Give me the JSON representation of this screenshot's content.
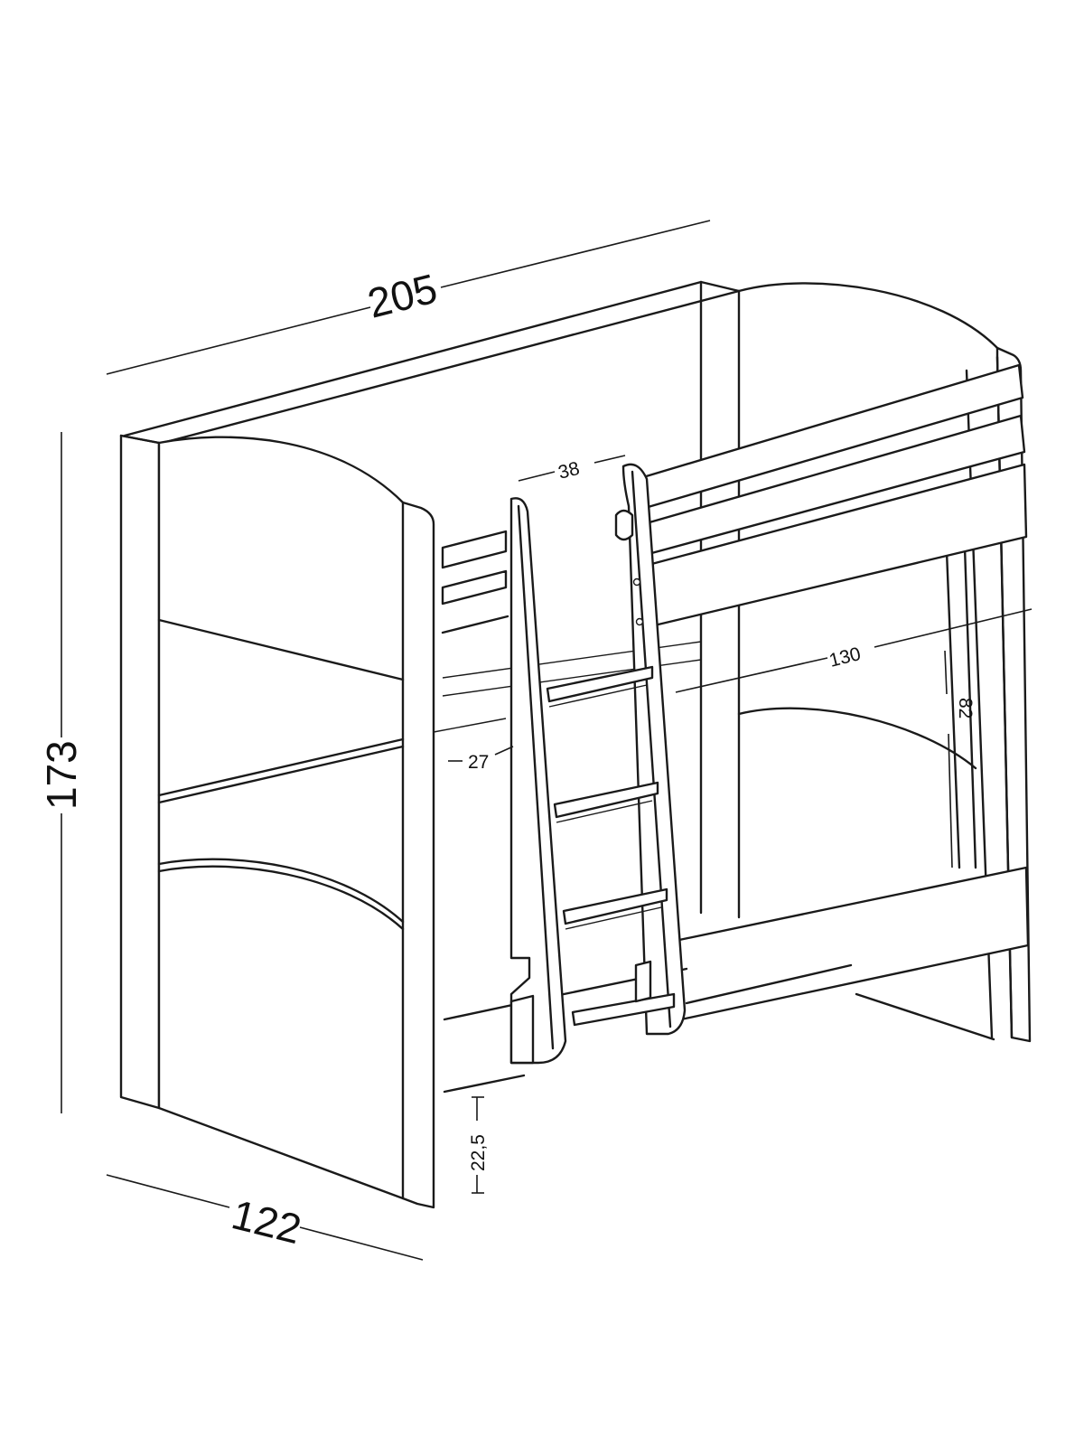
{
  "dimensions": {
    "length": "205",
    "height": "173",
    "width": "122",
    "ladder_width": "38",
    "mattress_length": "130",
    "bed_gap": "82",
    "ladder_offset": "27",
    "floor_clearance": "22,5"
  }
}
